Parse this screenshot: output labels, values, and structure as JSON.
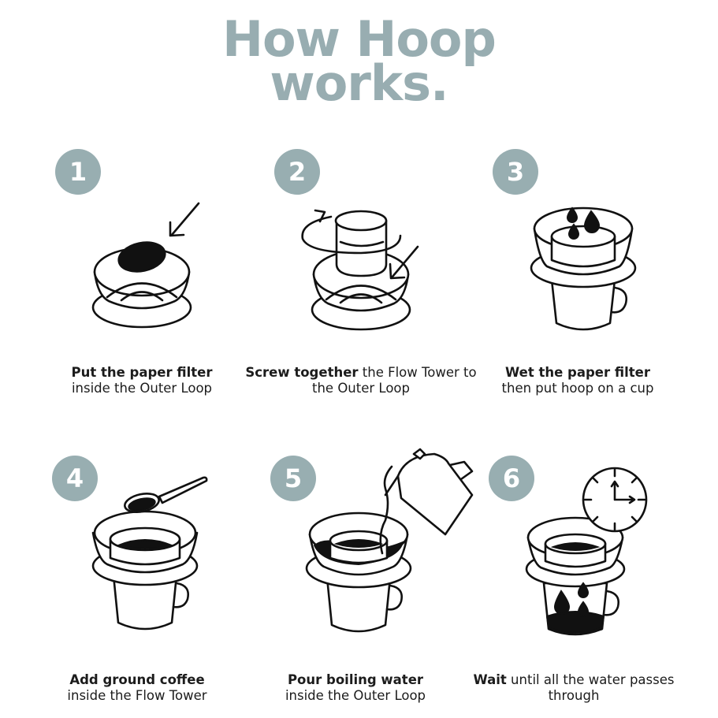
{
  "title": {
    "line1": "How Hoop",
    "line2": "works."
  },
  "colors": {
    "accent": "#98aeb1",
    "ink": "#111111",
    "background": "#ffffff"
  },
  "steps": [
    {
      "number": "1",
      "bold": "Put the paper filter",
      "rest": "inside the Outer Loop",
      "icon": "paper-filter-into-outer-loop"
    },
    {
      "number": "2",
      "bold": "Screw together",
      "rest": " the Flow Tower to the Outer Loop",
      "icon": "screw-flow-tower-onto-outer-loop"
    },
    {
      "number": "3",
      "bold": "Wet the paper filter",
      "rest": "then put hoop on a cup",
      "icon": "water-drops-on-hoop-cup"
    },
    {
      "number": "4",
      "bold": "Add ground coffee",
      "rest": "inside the Flow Tower",
      "icon": "spoon-coffee-into-tower"
    },
    {
      "number": "5",
      "bold": "Pour boiling water",
      "rest": "inside the Outer Loop",
      "icon": "kettle-pouring-water"
    },
    {
      "number": "6",
      "bold": "Wait",
      "rest": " until all the water passes through",
      "icon": "clock-and-dripping-cup"
    }
  ]
}
